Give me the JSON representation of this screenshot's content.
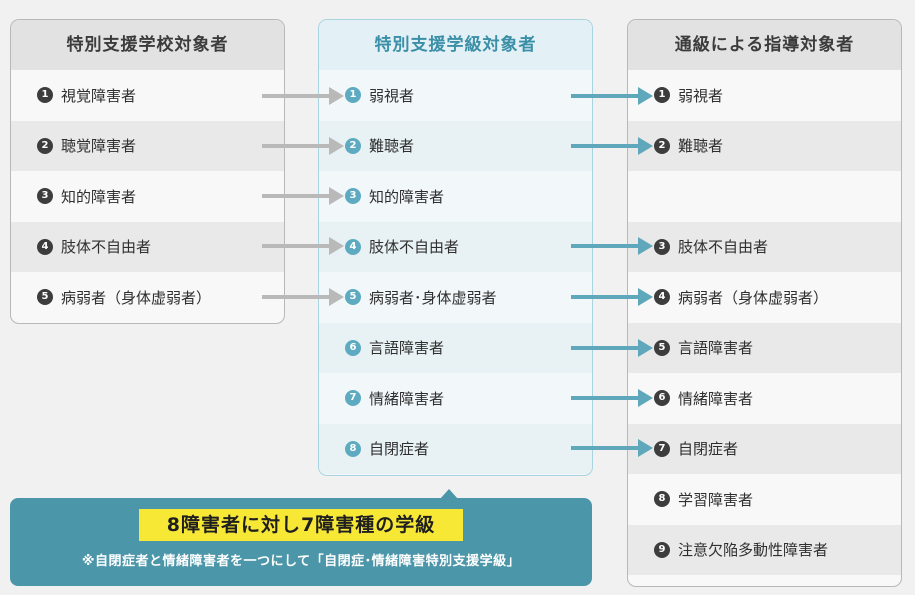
{
  "columns": [
    {
      "title": "特別支援学校対象者",
      "items": [
        {
          "num": "1",
          "label": "視覚障害者"
        },
        {
          "num": "2",
          "label": "聴覚障害者"
        },
        {
          "num": "3",
          "label": "知的障害者"
        },
        {
          "num": "4",
          "label": "肢体不自由者"
        },
        {
          "num": "5",
          "label": "病弱者（身体虚弱者）"
        }
      ]
    },
    {
      "title": "特別支援学級対象者",
      "items": [
        {
          "num": "1",
          "label": "弱視者"
        },
        {
          "num": "2",
          "label": "難聴者"
        },
        {
          "num": "3",
          "label": "知的障害者"
        },
        {
          "num": "4",
          "label": "肢体不自由者"
        },
        {
          "num": "5",
          "label": "病弱者･身体虚弱者"
        },
        {
          "num": "6",
          "label": "言語障害者"
        },
        {
          "num": "7",
          "label": "情緒障害者"
        },
        {
          "num": "8",
          "label": "自閉症者"
        }
      ]
    },
    {
      "title": "通級による指導対象者",
      "items": [
        {
          "num": "1",
          "label": "弱視者"
        },
        {
          "num": "2",
          "label": "難聴者"
        },
        {
          "num": "",
          "label": ""
        },
        {
          "num": "3",
          "label": "肢体不自由者"
        },
        {
          "num": "4",
          "label": "病弱者（身体虚弱者）"
        },
        {
          "num": "5",
          "label": "言語障害者"
        },
        {
          "num": "6",
          "label": "情緒障害者"
        },
        {
          "num": "7",
          "label": "自閉症者"
        },
        {
          "num": "8",
          "label": "学習障害者"
        },
        {
          "num": "9",
          "label": "注意欠陥多動性障害者"
        }
      ]
    }
  ],
  "arrow_colors": {
    "gray": "#b9b9b9",
    "teal": "#5fa7bb"
  },
  "callout": {
    "main": "8障害者に対し7障害種の学級",
    "note": "※自閉症者と情緒障害者を一つにして「自閉症･情緒障害特別支援学級」"
  }
}
